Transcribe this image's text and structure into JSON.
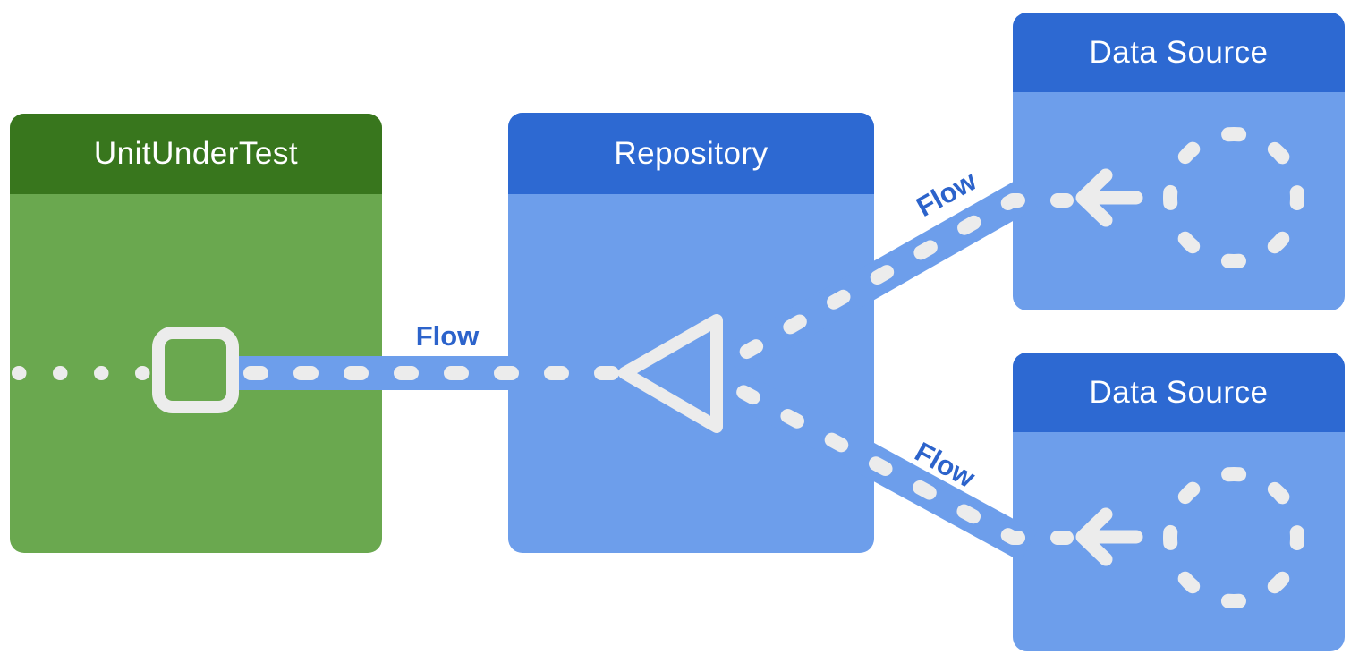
{
  "colors": {
    "bg": "#ffffff",
    "green-header": "#38761d",
    "green-body": "#6aa84f",
    "blue-header": "#2d69d2",
    "blue-body": "#6d9eeb",
    "stroke-light": "#ececec",
    "flow-text": "#2c63cb",
    "title-text": "#ffffff"
  },
  "boxes": {
    "unit_under_test": {
      "title": "UnitUnderTest"
    },
    "repository": {
      "title": "Repository"
    },
    "data_source_top": {
      "title": "Data Source"
    },
    "data_source_bottom": {
      "title": "Data Source"
    }
  },
  "flow_labels": {
    "left": "Flow",
    "top": "Flow",
    "bottom": "Flow"
  },
  "icons": {
    "square": "state-square-icon",
    "triangle": "merge-triangle-icon",
    "circle_top": "data-source-circle-icon",
    "circle_bottom": "data-source-circle-icon",
    "arrow_top": "left-arrow-icon",
    "arrow_bottom": "left-arrow-icon"
  }
}
